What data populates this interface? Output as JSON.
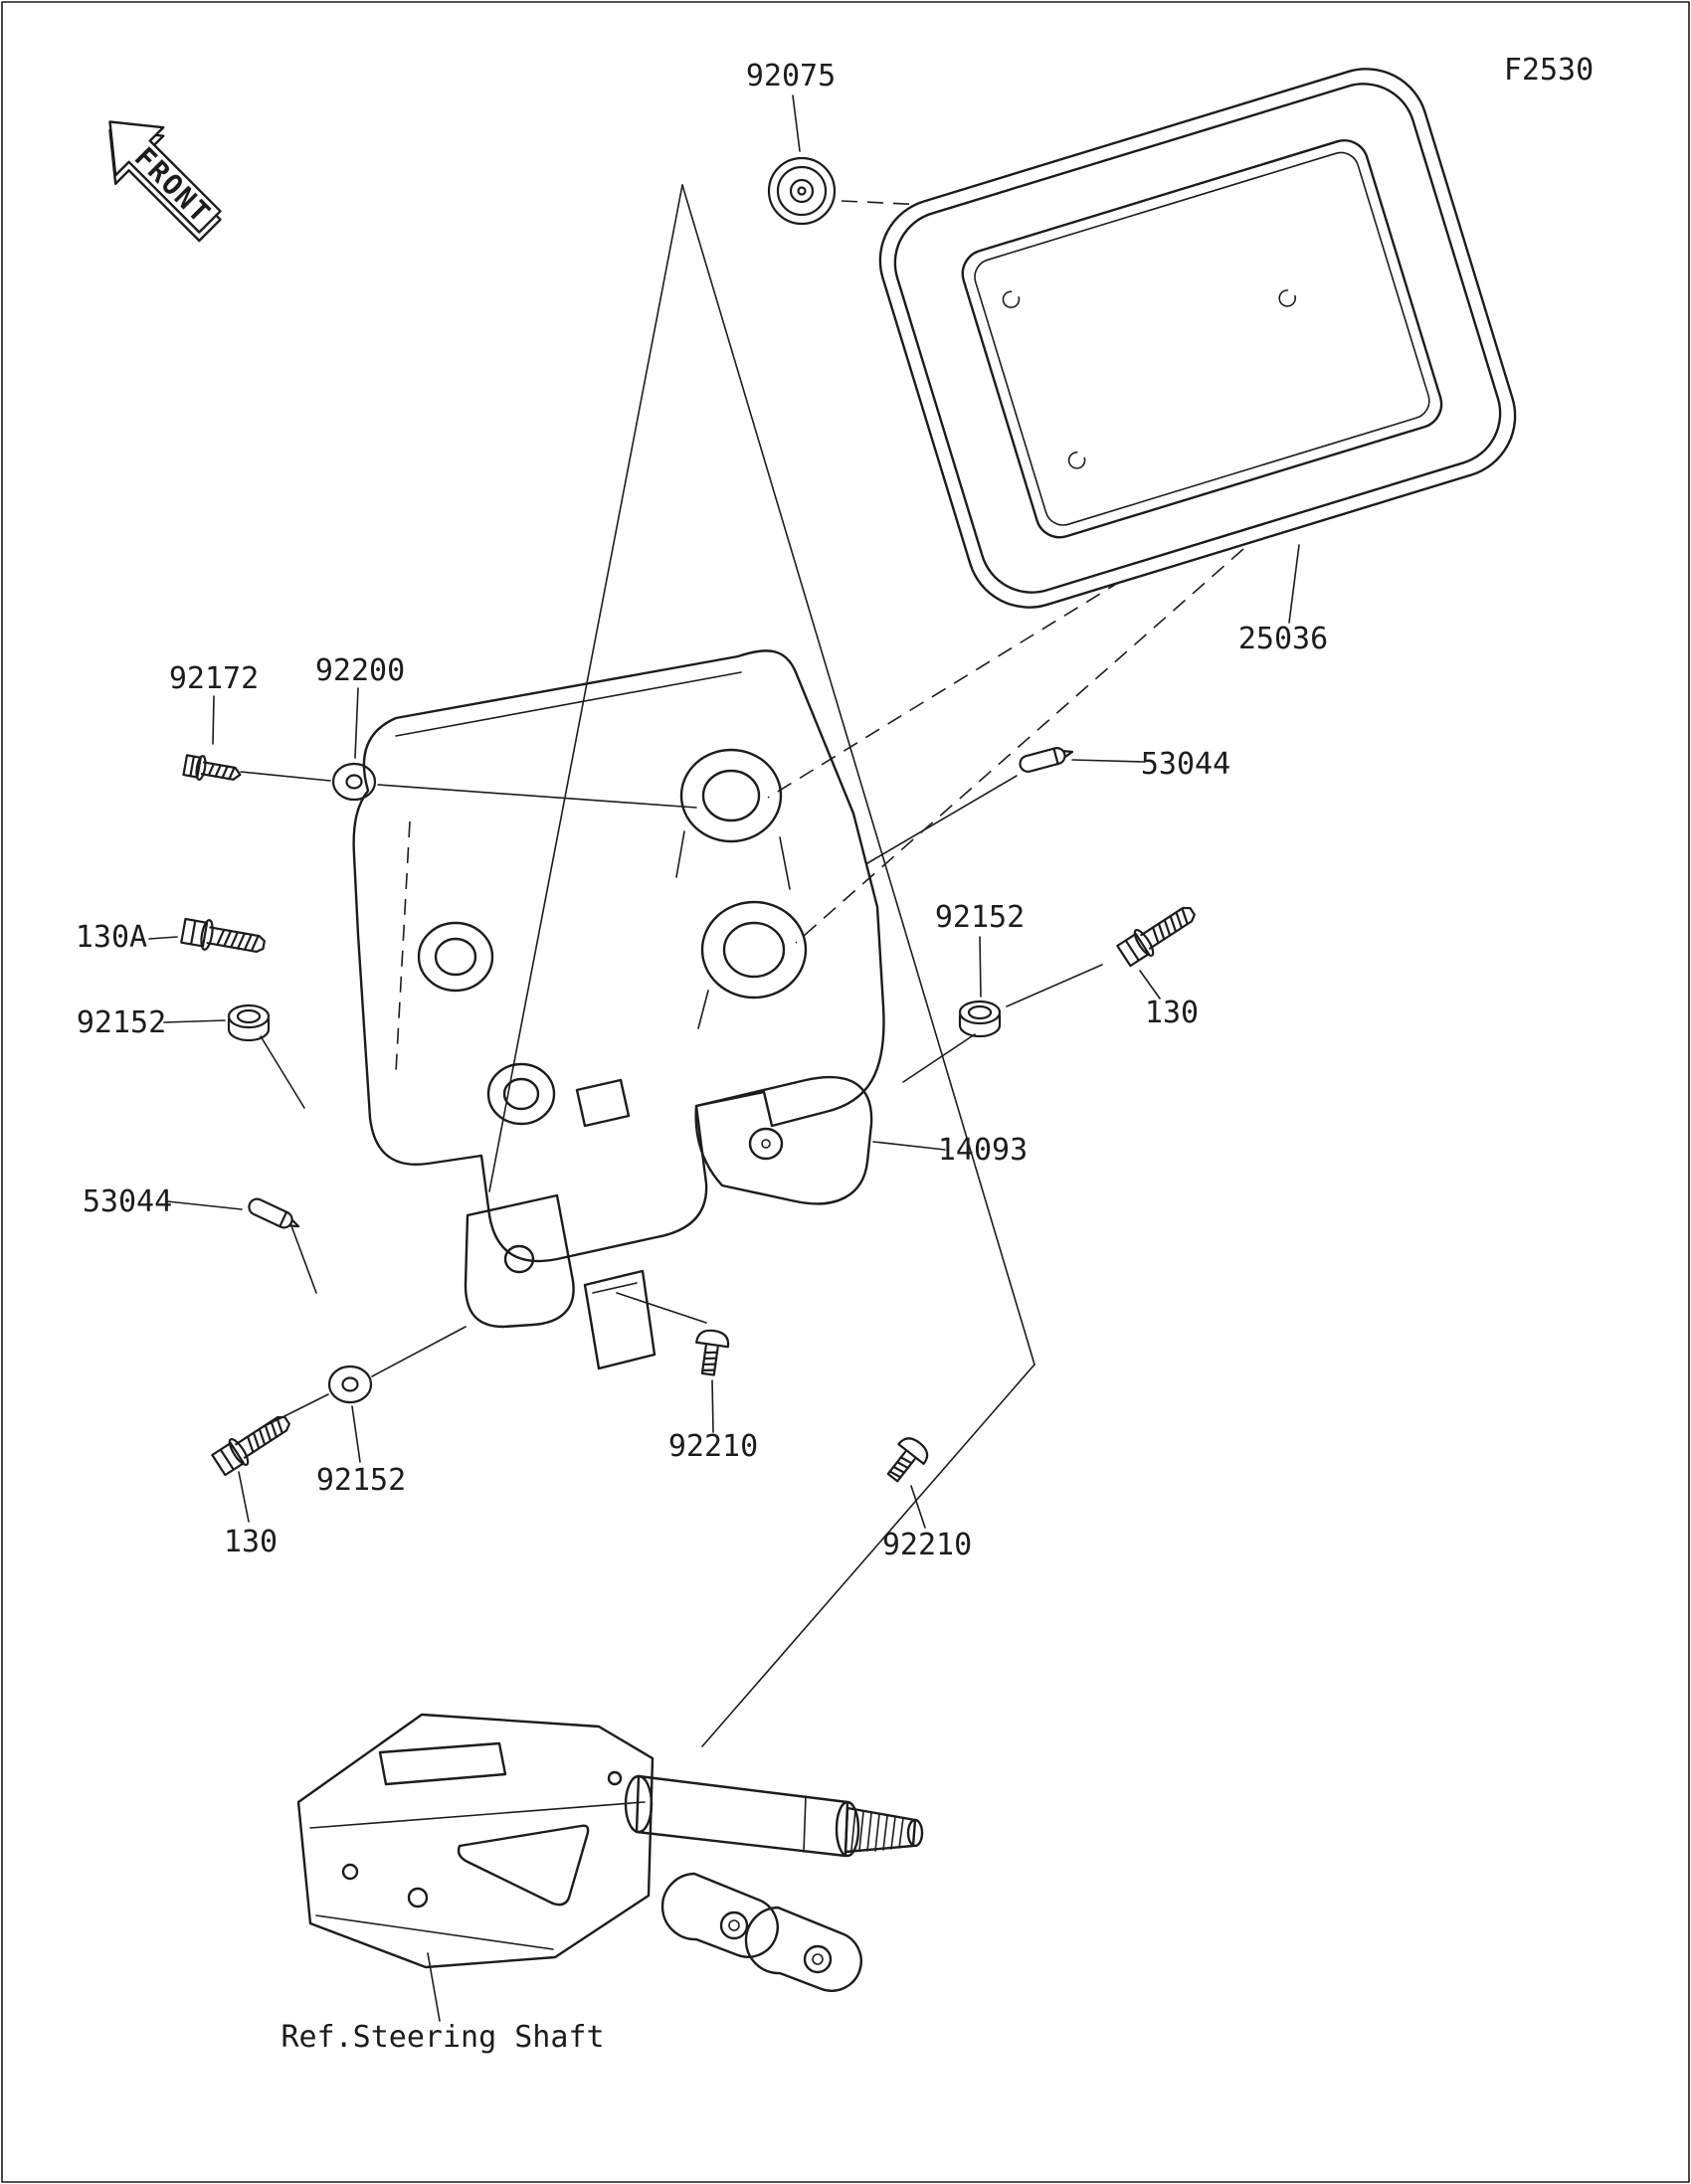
{
  "diagram": {
    "page_code": "F2530",
    "front_marker": "FRONT",
    "reference_note": "Ref.Steering Shaft",
    "line_color": "#1c1c1c",
    "bg_color": "#ffffff"
  },
  "parts": {
    "grommet_92075": "92075",
    "meter_25036": "25036",
    "screw_92172": "92172",
    "washer_92200": "92200",
    "trim_53044_right": "53044",
    "trim_53044_left": "53044",
    "bolt_130a": "130A",
    "nut_92152_left": "92152",
    "nut_92152_right": "92152",
    "washer_92152_bottom": "92152",
    "bolt_130_right": "130",
    "bolt_130_bottom": "130",
    "cover_14093": "14093",
    "screw_92210_center": "92210",
    "screw_92210_right": "92210"
  }
}
